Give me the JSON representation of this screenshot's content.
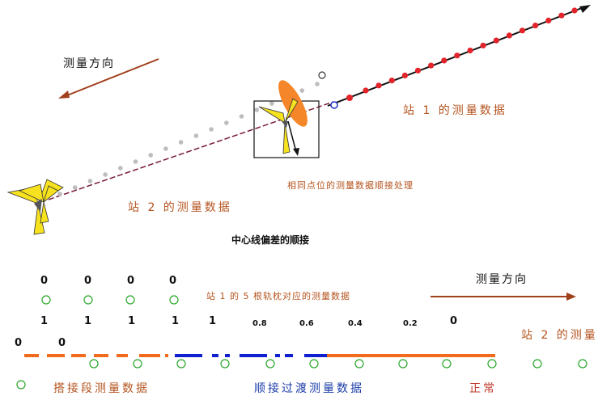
{
  "labels": {
    "direction_top": "测量方向",
    "station1_data": "站 1 的测量数据",
    "station2_data": "站 2 的测量数据",
    "same_point_processing": "相同点位的测量数据顺接处理",
    "centerline_title": "中心线偏差的顺接",
    "direction_bottom": "测量方向",
    "station1_sleepers": "站 1 的 5 根轨枕对应的测量数据",
    "station2_measure": "站  2  的测量",
    "overlap_segment": "搭接段测量数据",
    "transition_data": "顺接过渡测量数据",
    "normal": "正常"
  },
  "row_zero": [
    "0",
    "0",
    "0",
    "0"
  ],
  "row_ones": [
    "1",
    "1",
    "1",
    "1",
    "1"
  ],
  "row_fractions": [
    "0.8",
    "0.6",
    "0.4",
    "0.2",
    "0"
  ],
  "row_left_zero": [
    "0",
    "0"
  ],
  "colors": {
    "orange_text": "#b5541f",
    "red_dot": "#e3242b",
    "grey_dot": "#bdbdbd",
    "segment_orange": "#f26a1b",
    "segment_blue": "#1020d0",
    "circle_green": "#2aa52a",
    "arrow_brown": "#a0401c"
  }
}
